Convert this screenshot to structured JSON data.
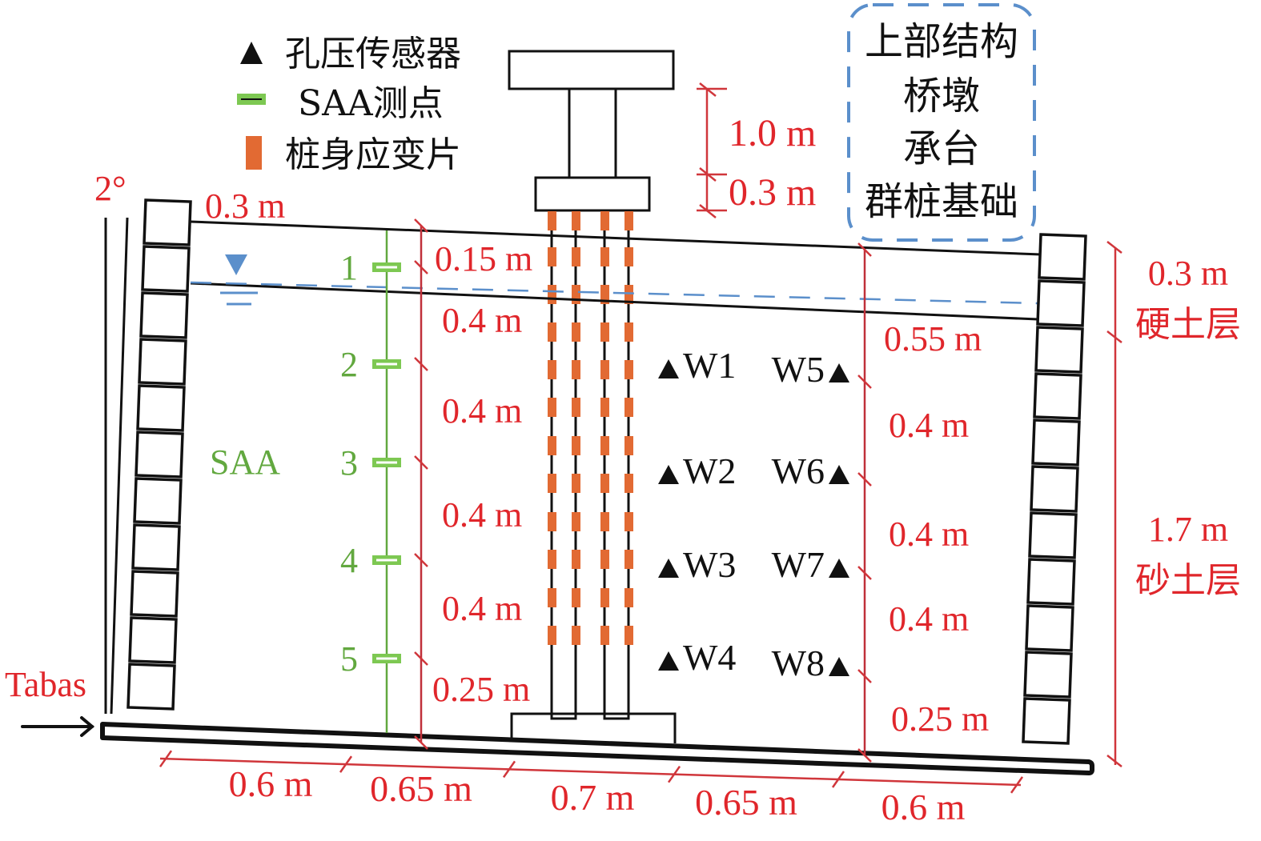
{
  "colors": {
    "structure": "#111111",
    "dimension": "#e0262b",
    "dimension_line": "#d0363b",
    "saa": "#62a83f",
    "saa_marker": "#7dc852",
    "strain_gauge": "#e26a33",
    "water": "#5b8fcb",
    "callout_border": "#5b8fcb"
  },
  "legend": {
    "items": [
      {
        "icon": "triangle-icon",
        "label": "孔压传感器"
      },
      {
        "icon": "saa-marker-icon",
        "label": "SAA测点"
      },
      {
        "icon": "strain-gauge-icon",
        "label": "桩身应变片"
      }
    ]
  },
  "callout": {
    "lines": [
      "上部结构",
      "桥墩",
      "承台",
      "群桩基础"
    ]
  },
  "superstructure": {
    "pier_height": "1.0 m",
    "cap_height": "0.3 m"
  },
  "left_wall": {
    "tilt": "2°",
    "top_offset": "0.3 m"
  },
  "input_motion": "Tabas",
  "saa": {
    "label": "SAA",
    "points": [
      "1",
      "2",
      "3",
      "4",
      "5"
    ]
  },
  "left_depths": [
    "0.15 m",
    "0.4 m",
    "0.4 m",
    "0.4 m",
    "0.4 m",
    "0.25 m"
  ],
  "right_depths": [
    "0.55 m",
    "0.4 m",
    "0.4 m",
    "0.4 m",
    "0.25 m"
  ],
  "pore_pressure_sensors": {
    "left": [
      "W1",
      "W2",
      "W3",
      "W4"
    ],
    "right": [
      "W5",
      "W6",
      "W7",
      "W8"
    ]
  },
  "layers": [
    {
      "thickness": "0.3 m",
      "name": "硬土层"
    },
    {
      "thickness": "1.7 m",
      "name": "砂土层"
    }
  ],
  "bottom_spacings": [
    "0.6 m",
    "0.65 m",
    "0.7 m",
    "0.65 m",
    "0.6 m"
  ]
}
